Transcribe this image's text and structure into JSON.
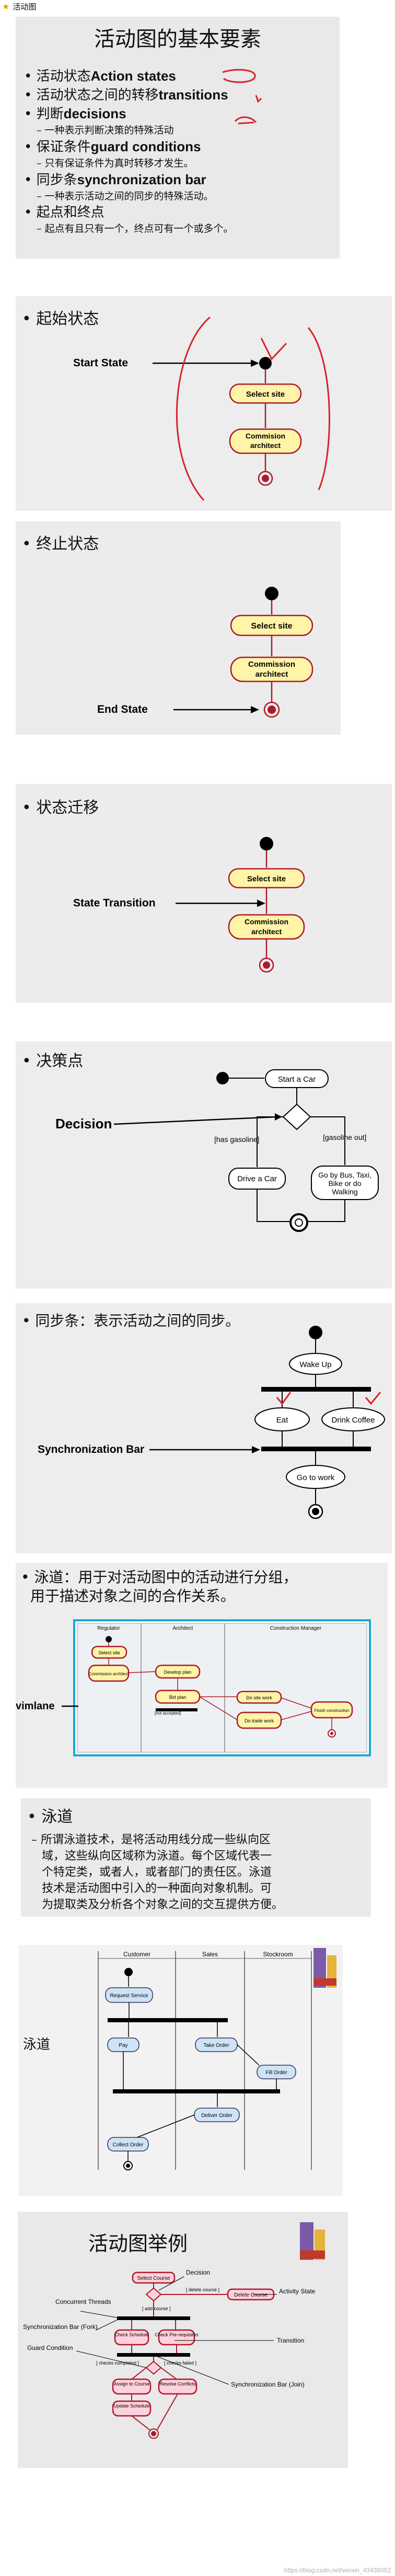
{
  "header": {
    "title": "活动图"
  },
  "s1": {
    "title": "活动图的基本要素",
    "items": [
      {
        "level": 1,
        "pre": "活动状态",
        "en": "Action states"
      },
      {
        "level": 1,
        "pre": "活动状态之间的转移",
        "en": "transitions"
      },
      {
        "level": 1,
        "pre": "判断",
        "en": "decisions"
      },
      {
        "level": 2,
        "pre": "一种表示判断决策的特殊活动",
        "en": ""
      },
      {
        "level": 1,
        "pre": "保证条件",
        "en": "guard conditions"
      },
      {
        "level": 2,
        "pre": "只有保证条件为真时转移才发生。",
        "en": ""
      },
      {
        "level": 1,
        "pre": "同步条",
        "en": "synchronization bar"
      },
      {
        "level": 2,
        "pre": "一种表示活动之间的同步的特殊活动。",
        "en": ""
      },
      {
        "level": 1,
        "pre": "起点和终点",
        "en": ""
      },
      {
        "level": 2,
        "pre": "起点有且只有一个，终点可有一个或多个。",
        "en": ""
      }
    ]
  },
  "s2": {
    "bullet": "起始状态",
    "label": "Start State",
    "act1": "Select site",
    "act2a": "Commision",
    "act2b": "architect"
  },
  "s3": {
    "bullet": "终止状态",
    "label": "End State",
    "act1": "Select site",
    "act2a": "Commission",
    "act2b": "architect"
  },
  "s4": {
    "bullet": "状态迁移",
    "label": "State Transition",
    "act1": "Select site",
    "act2a": "Commission",
    "act2b": "architect"
  },
  "s5": {
    "bullet": "决策点",
    "label": "Decision",
    "start": "Start a Car",
    "g1": "[has gasoline]",
    "g2": "[gasoline out]",
    "a1": "Drive a Car",
    "a2a": "Go by Bus, Taxi,",
    "a2b": "Bike or do",
    "a2c": "Walking"
  },
  "s6": {
    "bullet": "同步条：表示活动之间的同步。",
    "label": "Synchronization Bar",
    "a1": "Wake Up",
    "a2": "Eat",
    "a3": "Drink Coffee",
    "a4": "Go to work"
  },
  "s7": {
    "bullet1": "泳道：用于对活动图中的活动进行分组，",
    "bullet2": "用于描述对象之间的合作关系。",
    "label": "vimlane",
    "lanes": [
      "Regulator",
      "Architect",
      "Construction Manager"
    ],
    "acts": [
      "Select site",
      "Commission architect",
      "Develop plan",
      "Bid plan",
      "Do site work",
      "Do trade work",
      "Finish construction"
    ],
    "guard": "[not accepted]"
  },
  "s8": {
    "title": "泳道",
    "text": [
      "所谓泳道技术，是将活动用线分成一些纵向区",
      "域，这些纵向区域称为泳道。每个区域代表一",
      "个特定类，或者人，或者部门的责任区。泳道",
      "技术是活动图中引入的一种面向对象机制。可",
      "为提取类及分析各个对象之间的交互提供方便。"
    ]
  },
  "s9": {
    "label": "泳道",
    "lanes": [
      "Customer",
      "Sales",
      "Stockroom"
    ],
    "acts": [
      "Request Service",
      "Pay",
      "Take Order",
      "Fill Order",
      "Deliver Order",
      "Collect Order"
    ]
  },
  "s10": {
    "title": "活动图举例",
    "labels": [
      "Decision",
      "Concurrent Threads",
      "Synchronization Bar (Fork)",
      "Guard Condition",
      "Activity State",
      "Transition",
      "Synchronization Bar (Join)"
    ],
    "acts": [
      "Select Course",
      "Delete Course",
      "Check Schedule",
      "Check Pre-requisites",
      "Assign to Course",
      "Resolve Conflicts",
      "Update Schedule"
    ],
    "guards": [
      "[ add course ]",
      "[ delete course ]",
      "[ checks completed ]",
      "[ checks failed ]"
    ]
  },
  "footer": {
    "watermark": "https://blog.csdn.net/weixin_43438052"
  }
}
